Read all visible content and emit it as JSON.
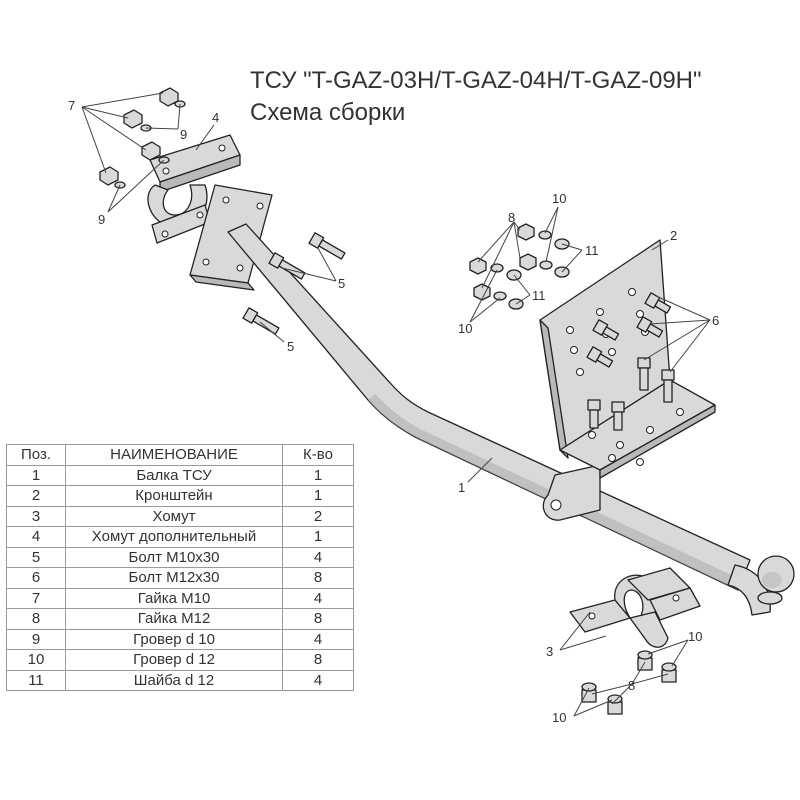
{
  "header": {
    "title": "ТСУ \"T-GAZ-03H/T-GAZ-04H/T-GAZ-09H\"",
    "subtitle": "Схема сборки"
  },
  "table": {
    "headers": [
      "Поз.",
      "НАИМЕНОВАНИЕ",
      "К-во"
    ],
    "rows": [
      [
        "1",
        "Балка ТСУ",
        "1"
      ],
      [
        "2",
        "Кронштейн",
        "1"
      ],
      [
        "3",
        "Хомут",
        "2"
      ],
      [
        "4",
        "Хомут дополнительный",
        "1"
      ],
      [
        "5",
        "Болт М10х30",
        "4"
      ],
      [
        "6",
        "Болт М12х30",
        "8"
      ],
      [
        "7",
        "Гайка  М10",
        "4"
      ],
      [
        "8",
        "Гайка М12",
        "8"
      ],
      [
        "9",
        "Гровер d 10",
        "4"
      ],
      [
        "10",
        "Гровер d 12",
        "8"
      ],
      [
        "11",
        "Шайба d 12",
        "4"
      ]
    ]
  },
  "callouts": {
    "n1": "1",
    "n2": "2",
    "n3": "3",
    "n4": "4",
    "n5a": "5",
    "n5b": "5",
    "n6": "6",
    "n7": "7",
    "n8a": "8",
    "n8b": "8",
    "n9a": "9",
    "n9b": "9",
    "n10a": "10",
    "n10b": "10",
    "n10c": "10",
    "n10d": "10",
    "n11a": "11",
    "n11b": "11"
  }
}
